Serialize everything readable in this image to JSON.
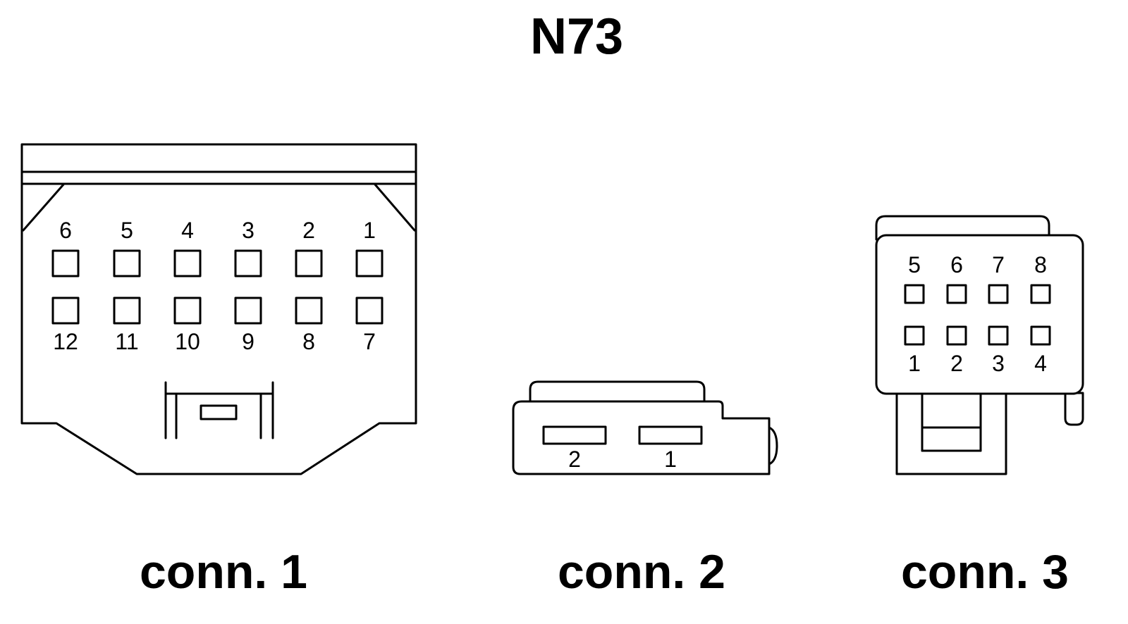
{
  "title": "N73",
  "connectors": [
    {
      "id": "conn1",
      "label": "conn. 1",
      "top_row_pins": [
        "6",
        "5",
        "4",
        "3",
        "2",
        "1"
      ],
      "bottom_row_pins": [
        "12",
        "11",
        "10",
        "9",
        "8",
        "7"
      ]
    },
    {
      "id": "conn2",
      "label": "conn. 2",
      "pins": [
        "2",
        "1"
      ]
    },
    {
      "id": "conn3",
      "label": "conn. 3",
      "top_row_pins": [
        "5",
        "6",
        "7",
        "8"
      ],
      "bottom_row_pins": [
        "1",
        "2",
        "3",
        "4"
      ]
    }
  ]
}
